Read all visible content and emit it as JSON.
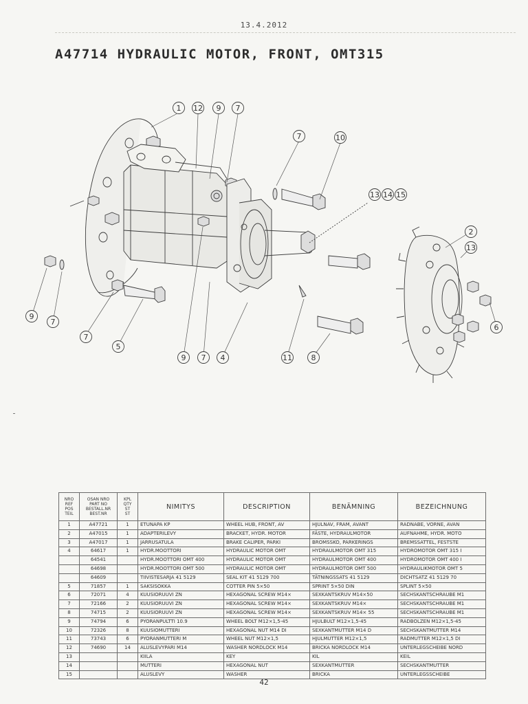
{
  "header": {
    "date": "13.4.2012"
  },
  "title": "A47714 HYDRAULIC MOTOR, FRONT, OMT315",
  "callouts": [
    "1",
    "12",
    "9",
    "7",
    "7",
    "10",
    "13",
    "14",
    "15",
    "2",
    "13",
    "6",
    "9",
    "7",
    "7",
    "5",
    "9",
    "7",
    "4",
    "11",
    "8"
  ],
  "table": {
    "headers": {
      "pos": [
        "NRO",
        "REF",
        "POS",
        "TEIL"
      ],
      "part": [
        "OSAN NRO",
        "PART NO",
        "BESTALL.NR",
        "BEST.NR"
      ],
      "qty": [
        "KPL",
        "QTY",
        "ST",
        "ST"
      ],
      "nimitys": "NIMITYS",
      "description": "DESCRIPTION",
      "benamning": "BENÄMNING",
      "bezeichnung": "BEZEICHNUNG"
    },
    "rows": [
      [
        "1",
        "A47721",
        "1",
        "ETUNAPA KP",
        "WHEEL HUB, FRONT, AV",
        "HJULNAV, FRAM, AVANT",
        "RADNABE, VORNE, AVAN"
      ],
      [
        "2",
        "A47015",
        "1",
        "ADAPTERILEVY",
        "BRACKET, HYDR. MOTOR",
        "FÄSTE, HYDRAULMOTOR",
        "AUFNAHME, HYDR. MOTO"
      ],
      [
        "3",
        "A47017",
        "1",
        "JARRUSATULA",
        "BRAKE CALIPER, PARKI",
        "BROMSSKO, PARKERINGS",
        "BREMSSATTEL, FESTSTE"
      ],
      [
        "4",
        "64617",
        "1",
        "HYDR.MOOTTORI",
        "HYDRAULIC MOTOR OMT",
        "HYDRAULMOTOR OMT 315",
        "HYDROMOTOR OMT 315 I"
      ],
      [
        "",
        "64541",
        "",
        "HYDR.MOOTTORI OMT 400",
        "HYDRAULIC MOTOR OMT",
        "HYDRAULMOTOR OMT 400",
        "HYDROMOTOR OMT 400 I"
      ],
      [
        "",
        "64698",
        "",
        "HYDR.MOOTTORI OMT 500",
        "HYDRAULIC MOTOR OMT",
        "HYDRAULMOTOR OMT 500",
        "HYDRAULIKMOTOR OMT 5"
      ],
      [
        "",
        "64609",
        "",
        "TIIVISTESARJA 41 5129",
        "SEAL KIT 41 5129 700",
        "TÄTNINGSSATS 41 5129",
        "DICHTSATZ 41 5129 70"
      ],
      [
        "5",
        "71857",
        "1",
        "SAKSISOKKA",
        "COTTER PIN   5×50",
        "SPRINT   5×50   DIN",
        "SPLINT 5×50"
      ],
      [
        "6",
        "72071",
        "4",
        "KUUSIORUUVI ZN",
        "HEXAGONAL SCREW M14×",
        "SEXKANTSKRUV M14×50",
        "SECHSKANTSCHRAUBE M1"
      ],
      [
        "7",
        "72166",
        "2",
        "KUUSIORUUVI ZN",
        "HEXAGONAL SCREW M14×",
        "SEXKANTSKRUV M14×",
        "SECHSKANTSCHRAUBE M1"
      ],
      [
        "8",
        "74715",
        "2",
        "KUUSIORUUVI ZN",
        "HEXAGONAL SCREW M14×",
        "SEXKANTSKRUV M14× 55",
        "SECHSKANTSCHRAUBE M1"
      ],
      [
        "9",
        "74794",
        "6",
        "PYORANPULTTI 10.9",
        "WHEEL BOLT M12×1,5-45",
        "HJULBULT M12×1,5-45",
        "RADBOLZEN M12×1,5-45"
      ],
      [
        "10",
        "72326",
        "8",
        "KUUSIOMUTTERI",
        "HEXAGONAL NUT M14 DI",
        "SEXKANTMUTTER M14  D",
        "SECHSKANTMUTTER M14"
      ],
      [
        "11",
        "73743",
        "6",
        "PYORANMUTTERI    M",
        "WHEEL NUT  M12×1,5",
        "HJULMUTTER  M12×1,5",
        "RADMUTTER M12×1,5 DI"
      ],
      [
        "12",
        "74690",
        "14",
        "ALUSLEVYPARI M14",
        "WASHER NORDLOCK M14",
        "BRICKA NORDLOCK M14",
        "UNTERLEGSCHEIBE NORD"
      ],
      [
        "13",
        "",
        "",
        "KIILA",
        "KEY",
        "KIL",
        "KEIL"
      ],
      [
        "14",
        "",
        "",
        "MUTTERI",
        "HEXAGONAL NUT",
        "SEXKANTMUTTER",
        "SECHSKANTMUTTER"
      ],
      [
        "15",
        "",
        "",
        "ALUSLEVY",
        "WASHER",
        "BRICKA",
        "UNTERLEGSSCHEIBE"
      ]
    ]
  },
  "footer": {
    "page_number": "42"
  }
}
